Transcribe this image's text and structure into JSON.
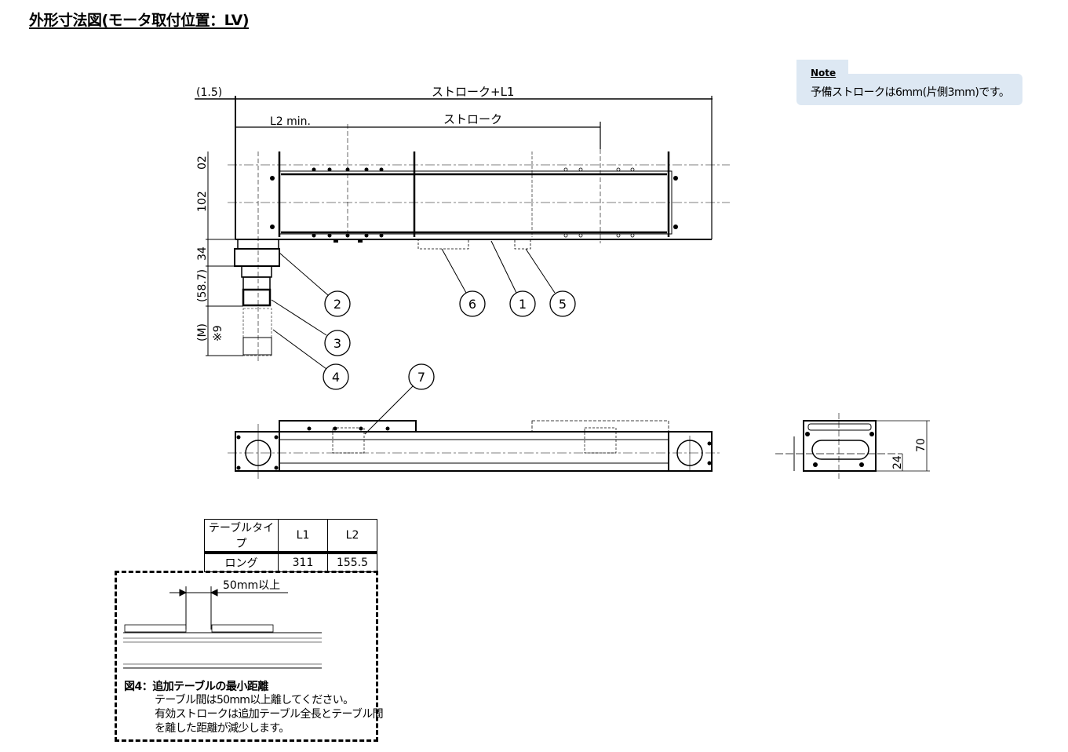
{
  "title": "外形寸法図(モータ取付位置：LV)",
  "note": {
    "heading": "Note",
    "text": "予備ストロークは6mm(片側3mm)です。"
  },
  "drawing": {
    "dim_offset": "(1.5)",
    "dim_stroke_l1": "ストローク+L1",
    "dim_l2": "L2 min.",
    "dim_stroke": "ストローク",
    "dim_20": "02",
    "dim_102": "102",
    "dim_34": "34",
    "dim_58_7": "(58.7)",
    "dim_m": "(M)",
    "dim_9": "※9",
    "dim_70": "70",
    "dim_24": "24",
    "callouts": [
      "1",
      "2",
      "3",
      "4",
      "5",
      "6",
      "7"
    ]
  },
  "table": {
    "headers": [
      "テーブルタイプ",
      "L1",
      "L2"
    ],
    "rows": [
      [
        "ロング",
        "311",
        "155.5"
      ]
    ]
  },
  "figure4": {
    "dim_label": "50mm以上",
    "caption": "図4：追加テーブルの最小距離",
    "lines": [
      "テーブル間は50mm以上離してください。",
      "有効ストロークは追加テーブル全長とテーブル間",
      "を離した距離が減少します。"
    ]
  }
}
